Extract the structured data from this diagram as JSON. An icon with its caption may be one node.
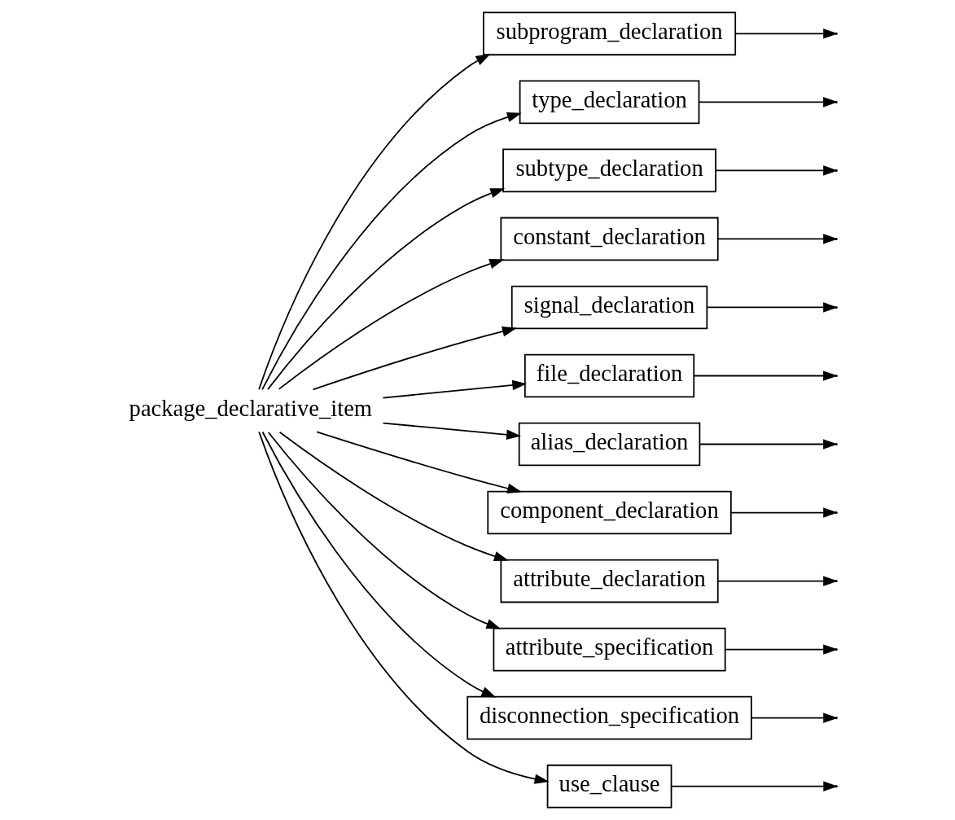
{
  "diagram": {
    "nodes": [
      {
        "text": [
          "package_declarative_item"
        ]
      },
      {
        "text": [
          "subprogram_declaration"
        ]
      },
      {
        "text": [
          "type_declaration"
        ]
      },
      {
        "text": [
          "subtype_declaration"
        ]
      },
      {
        "text": [
          "constant_declaration"
        ]
      },
      {
        "text": [
          "signal_declaration"
        ]
      },
      {
        "text": [
          "file_declaration"
        ]
      },
      {
        "text": [
          "alias_declaration"
        ]
      },
      {
        "text": [
          "component_declaration"
        ]
      },
      {
        "text": [
          "attribute_declaration"
        ]
      },
      {
        "text": [
          "attribute_specification"
        ]
      },
      {
        "text": [
          "disconnection_specification"
        ]
      },
      {
        "text": [
          "use_clause"
        ]
      }
    ],
    "edges": [
      {
        "from": 0,
        "to": 1,
        "arrow": "to"
      },
      {
        "from": 0,
        "to": 2,
        "arrow": "to"
      },
      {
        "from": 0,
        "to": 3,
        "arrow": "to"
      },
      {
        "from": 0,
        "to": 4,
        "arrow": "to"
      },
      {
        "from": 0,
        "to": 5,
        "arrow": "to"
      },
      {
        "from": 0,
        "to": 6,
        "arrow": "to"
      },
      {
        "from": 0,
        "to": 7,
        "arrow": "to"
      },
      {
        "from": 0,
        "to": 8,
        "arrow": "to"
      },
      {
        "from": 0,
        "to": 9,
        "arrow": "to"
      },
      {
        "from": 0,
        "to": 10,
        "arrow": "to"
      },
      {
        "from": 0,
        "to": 11,
        "arrow": "to"
      },
      {
        "from": 0,
        "to": 12,
        "arrow": "to"
      },
      {
        "from": 1,
        "to": null,
        "arrow": "to"
      },
      {
        "from": 2,
        "to": null,
        "arrow": "to"
      },
      {
        "from": 3,
        "to": null,
        "arrow": "to"
      },
      {
        "from": 4,
        "to": null,
        "arrow": "to"
      },
      {
        "from": 5,
        "to": null,
        "arrow": "to"
      },
      {
        "from": 6,
        "to": null,
        "arrow": "to"
      },
      {
        "from": 7,
        "to": null,
        "arrow": "to"
      },
      {
        "from": 8,
        "to": null,
        "arrow": "to"
      },
      {
        "from": 9,
        "to": null,
        "arrow": "to"
      },
      {
        "from": 10,
        "to": null,
        "arrow": "to"
      },
      {
        "from": 11,
        "to": null,
        "arrow": "to"
      },
      {
        "from": 12,
        "to": null,
        "arrow": "to"
      }
    ]
  }
}
